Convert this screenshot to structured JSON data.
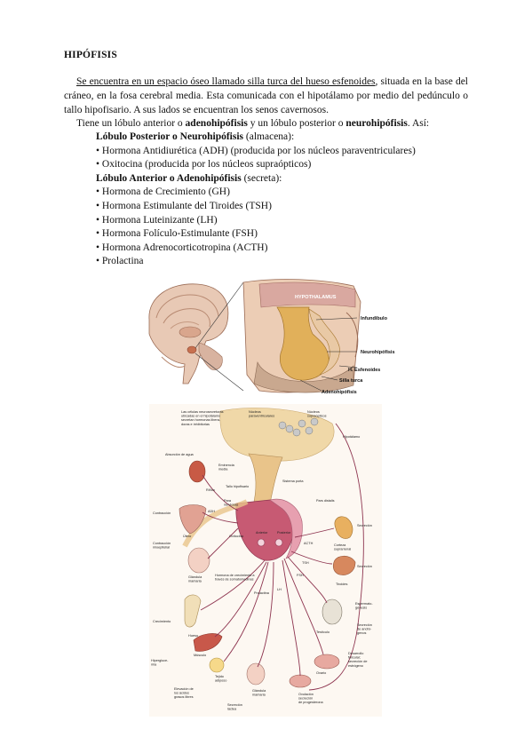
{
  "document": {
    "title": "HIPÓFISIS",
    "para1_underlined": "Se encuentra en un espacio óseo llamado silla turca del hueso esfenoides",
    "para1_rest": ", situada en la base del cráneo, en la fosa cerebral media. Esta comunicada con el hipotálamo por medio del pedúnculo o tallo hipofisario. A sus lados se encuentran los senos cavernosos.",
    "para2_a": "Tiene un lóbulo anterior o ",
    "para2_b": "adenohipófisis",
    "para2_c": " y un lóbulo posterior o ",
    "para2_d": "neurohipófisis",
    "para2_e": ". Así:"
  },
  "posterior": {
    "heading": "Lóbulo Posterior o Neurohipófisis",
    "note": " (almacena):",
    "items": [
      "• Hormona Antidiurética (ADH) (producida por los núcleos paraventriculares)",
      "• Oxitocina (producida por los núcleos supraópticos)"
    ]
  },
  "anterior": {
    "heading": "Lóbulo Anterior o Adenohipófisis",
    "note": " (secreta):",
    "items": [
      "• Hormona de Crecimiento (GH)",
      "• Hormona Estimulante del Tiroides (TSH)",
      "• Hormona Luteinizante (LH)",
      "• Hormona Folículo-Estimulante (FSH)",
      "• Hormona Adrenocorticotropina (ACTH)",
      "• Prolactina"
    ]
  },
  "figure1": {
    "labels": {
      "hypothalamus": "HYPOTHALAMUS",
      "infundibulo": "Infundibulo",
      "neurohipofisis": "Neurohipófisis",
      "esfenoides": "H. Esfenoides",
      "silla": "Silla turca",
      "adenohipofisis": "Adenohipófisis"
    }
  },
  "figure2": {
    "labels": {
      "celulas": [
        "Las células neurosecretoras",
        "ubicadas en el hipotálamo",
        "secretan hormonas libera-",
        "doras e inhibitorias"
      ],
      "nucleos_para": [
        "Núcleos",
        "paraventriculares"
      ],
      "nucleos_supra": [
        "Núcleos",
        "supraópticos"
      ],
      "hipotalamo": "Hipotálamo",
      "absorcion": "Absorción de agua",
      "eminencia": [
        "Eminencia",
        "media"
      ],
      "rinon": "Riñón",
      "tallo": "Tallo hipofisario",
      "sistema_porta": "Sistema porta",
      "fibras": [
        "Para",
        "nerviosas"
      ],
      "adh": "ADH",
      "contraccion": "Contracción",
      "utero": "Útero",
      "oxitocina": "Oxitocina",
      "anterior": "Anterior",
      "posterior": "Posterior",
      "acth": "ACTH",
      "pars_distalis": "Pars distalis",
      "secrecion1": "Secreción",
      "corteza": [
        "Corteza",
        "suprarrenal"
      ],
      "contraccion_mio": [
        "Contracción",
        "mioepitelial"
      ],
      "glandula_mamaria": [
        "Glándula",
        "mamaria"
      ],
      "hormona_crec": [
        "Hormona de crecimiento a",
        "través de somatomedinas"
      ],
      "tsh": "TSH",
      "secrecion2": "Secreción",
      "tiroides": "Tiroides",
      "fsh": "FSH",
      "lh": "LH",
      "prolactina": "Prolactina",
      "crecimiento": "Crecimiento",
      "hueso": "Hueso",
      "espermato": [
        "Espermato-",
        "génesis"
      ],
      "testiculo": "Testículo",
      "secrecion_andro": [
        "Secreción",
        "de andró-",
        "genos"
      ],
      "musculo": "Músculo",
      "hiperglucemia": [
        "Hipergluce-",
        "mia"
      ],
      "desarrollo": [
        "Desarrollo",
        "folicular;",
        "secreción de",
        "estrógeno"
      ],
      "ovario": "Ovario",
      "tejido": [
        "Tejido",
        "adiposo"
      ],
      "glandula_mamaria2": [
        "Glándula",
        "mamaria"
      ],
      "elevacion": [
        "Elevación de",
        "los ácidos",
        "grasos libres"
      ],
      "secrecion_lactea": [
        "Secreción",
        "láctea"
      ],
      "ovulacion": [
        "Ovulación",
        "secreción",
        "de progesterona"
      ]
    }
  }
}
